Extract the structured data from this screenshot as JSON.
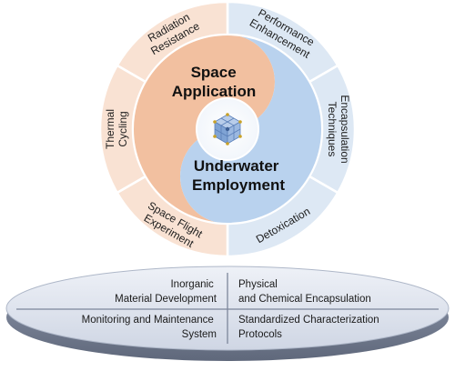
{
  "colors": {
    "orange_light": "#f9e2d3",
    "orange_mid": "#f2c0a0",
    "blue_light": "#dde8f4",
    "blue_mid": "#b9d2ee",
    "ring_border": "#ffffff",
    "disc_top": "#dfe5ef",
    "disc_edge": "#9aa4b8",
    "disc_shadow": "#6d7689"
  },
  "wheel": {
    "center_icon": "perovskite-crystal-icon",
    "left_segments": [
      {
        "id": "radiation",
        "lines": [
          "Radiation",
          "Resistance"
        ]
      },
      {
        "id": "thermal",
        "lines": [
          "Thermal",
          "Cycling"
        ]
      },
      {
        "id": "spaceflight",
        "lines": [
          "Space Flight",
          "Experiment"
        ]
      }
    ],
    "right_segments": [
      {
        "id": "performance",
        "lines": [
          "Performance",
          "Enhancement"
        ]
      },
      {
        "id": "encapsulation",
        "lines": [
          "Encapsulation",
          "Techniques"
        ]
      },
      {
        "id": "detox",
        "lines": [
          "Detoxication"
        ]
      }
    ],
    "space": {
      "line1": "Space",
      "line2": "Application"
    },
    "underwater": {
      "line1": "Underwater",
      "line2": "Employment"
    }
  },
  "platform": {
    "top_left": {
      "line1": "Inorganic",
      "line2": "Material Development"
    },
    "top_right": {
      "line1": "Physical",
      "line2": "and Chemical Encapsulation"
    },
    "bottom_left": {
      "line1": "Monitoring and Maintenance",
      "line2": "System"
    },
    "bottom_right": {
      "line1": "Standardized Characterization",
      "line2": "Protocols"
    }
  }
}
